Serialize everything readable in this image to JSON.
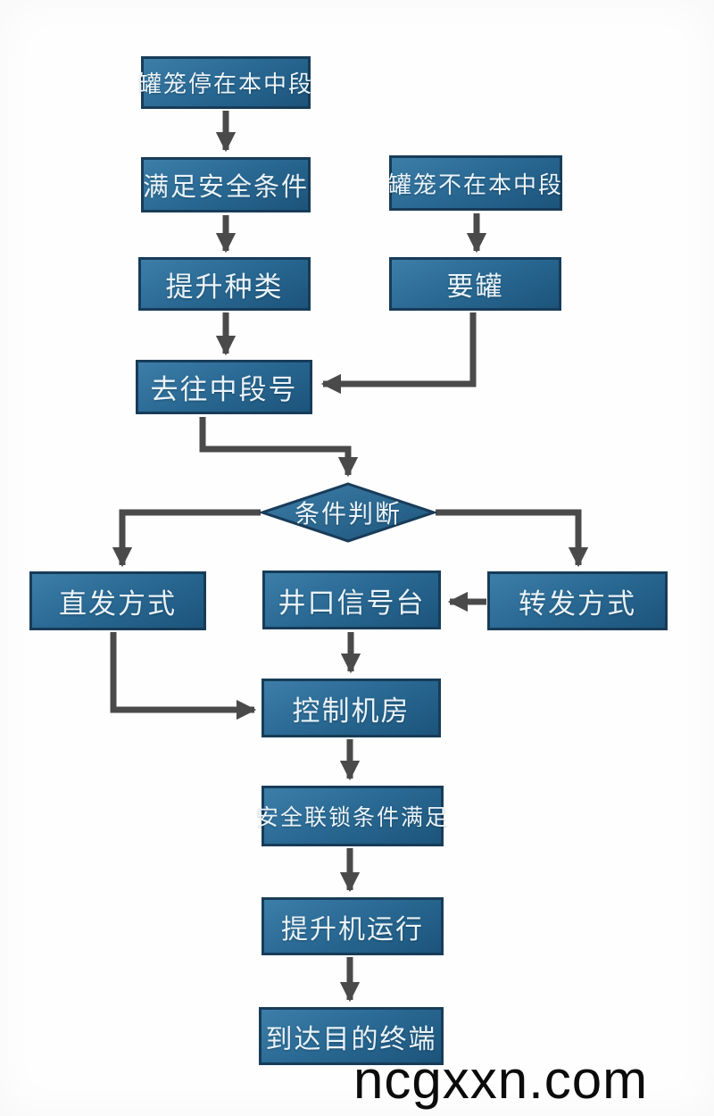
{
  "flowchart": {
    "nodes": {
      "cage_stopped": "罐笼停在本中段",
      "safety_conditions": "满足安全条件",
      "hoist_type": "提升种类",
      "dest_level": "去往中段号",
      "cage_not_here": "罐笼不在本中段",
      "request_cage": "要罐",
      "condition_check": "条件判断",
      "direct_mode": "直发方式",
      "shaft_signal_station": "井口信号台",
      "forward_mode": "转发方式",
      "control_room": "控制机房",
      "interlock_met": "安全联锁条件满足",
      "hoist_running": "提升机运行",
      "arrive_terminal": "到达目的终端"
    },
    "colors": {
      "node_fill_top": "#3d7ea8",
      "node_fill_bottom": "#1c547b",
      "node_border": "#173c59",
      "node_text": "#e9f3fa",
      "arrow": "#4a4a4a"
    }
  },
  "watermark": {
    "text": "ncgxxn.com",
    "color": "#0b0b0b"
  }
}
